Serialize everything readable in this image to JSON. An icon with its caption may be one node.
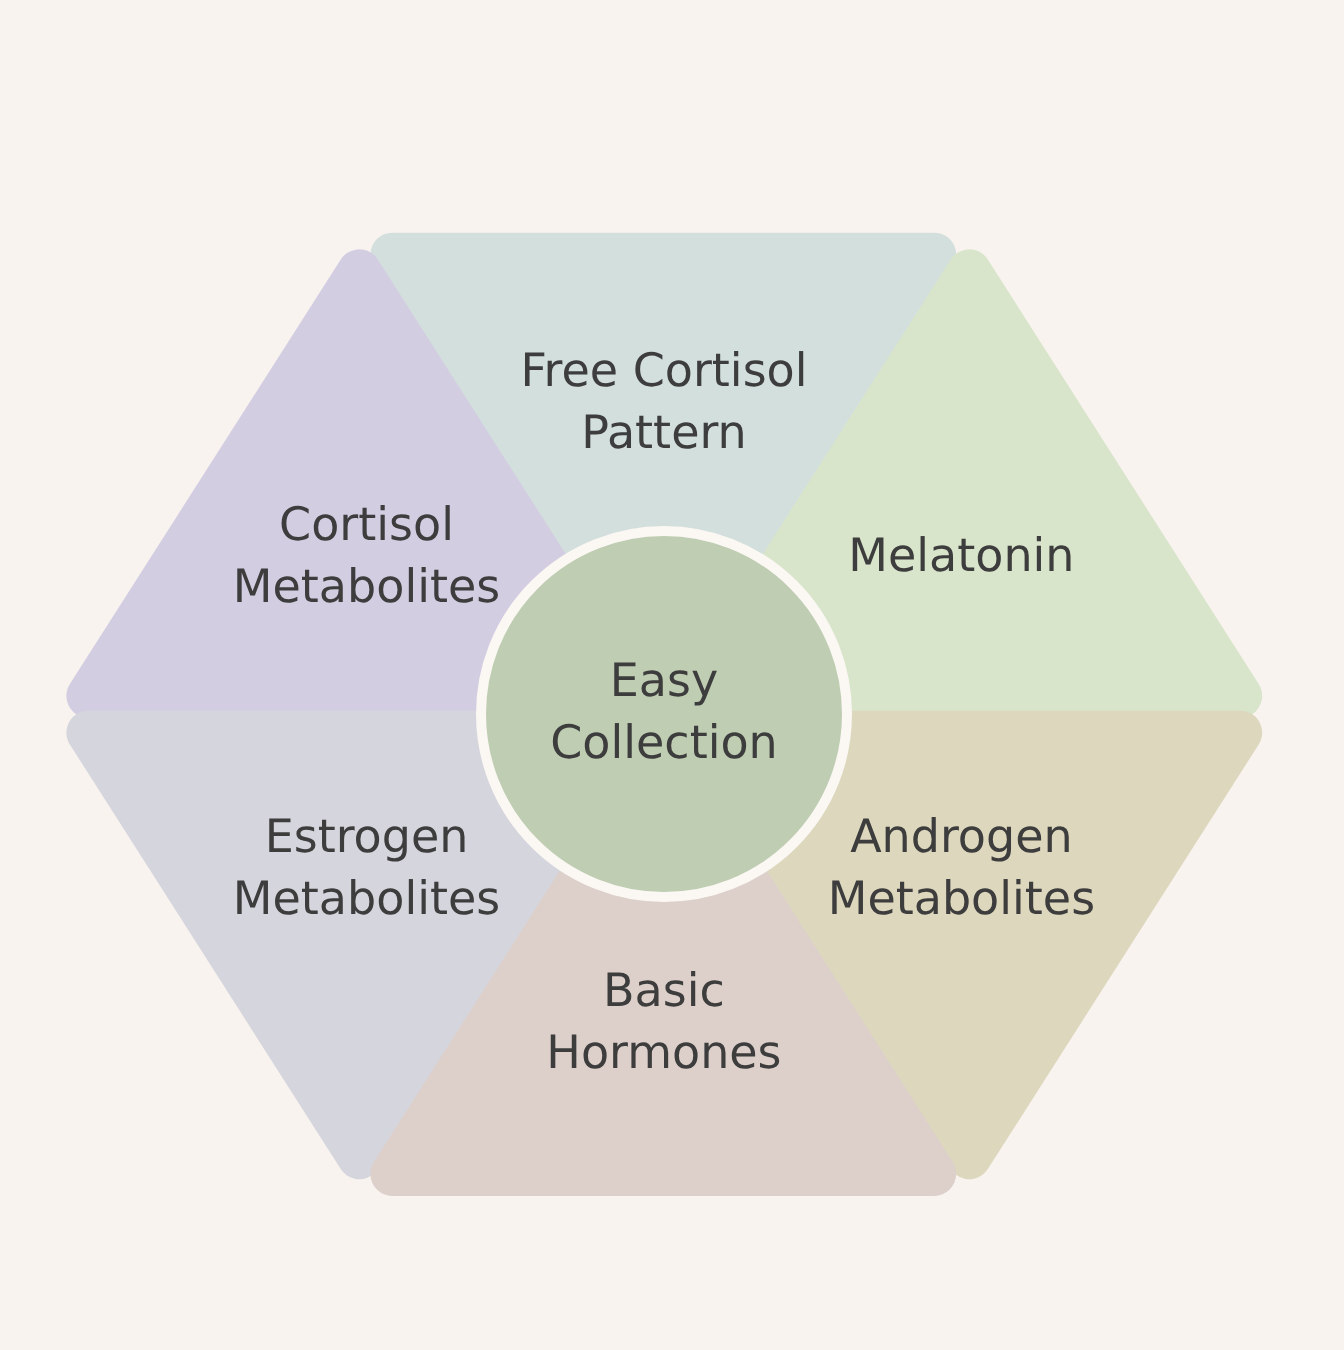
{
  "diagram": {
    "nodes": [
      {
        "text": [
          "Free Cortisol Pattern"
        ]
      },
      {
        "text": [
          "Cortisol Metabolites"
        ]
      },
      {
        "text": [
          "Melatonin"
        ]
      },
      {
        "text": [
          "Easy Collection"
        ]
      },
      {
        "text": [
          "Estrogen Metabolites"
        ]
      },
      {
        "text": [
          "Androgen Metabolites"
        ]
      },
      {
        "text": [
          "Basic Hormones"
        ]
      }
    ]
  }
}
